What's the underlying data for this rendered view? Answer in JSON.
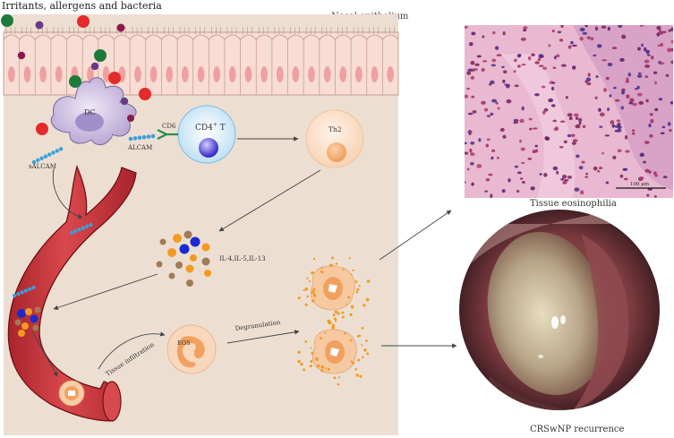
{
  "title": "Irritants, allergens and bacteria",
  "epithelium_label": "Nasal epithelium",
  "cells": {
    "dc": "DC",
    "cd4": "CD4",
    "cd4_sup": "+",
    "cd4_suffix": " T",
    "th2": "Th2",
    "eos": "EOS"
  },
  "molecules": {
    "cd6": "CD6",
    "alcam": "ALCAM",
    "salcam": "sALCAM",
    "interleukins": "IL-4,IL-5,IL-13"
  },
  "processes": {
    "tissue_infiltration": "Tissue infiltration",
    "degranulation": "Degranulation"
  },
  "outcomes": {
    "tissue_eosinophilia": "Tissue eosinophilia",
    "recurrence": "CRSwNP recurrence"
  },
  "micrograph": {
    "scale_bar": "100 μm"
  },
  "colors": {
    "panel_bg": "#ecdfd2",
    "epithelium": "#f6dcd3",
    "nucleus": "#f0a0a0",
    "vessel": "#c83a3f",
    "dc": "#b8a4d0",
    "tcell": "#cfe7f7",
    "th2": "#fbe1cc",
    "eosinophil": "#f2a060",
    "allergen_red": "#e42a2a",
    "allergen_green": "#1e7a3a",
    "allergen_purple": "#6a3a8a",
    "allergen_maroon": "#8a1a4a",
    "alcam_blue": "#3aa0dd",
    "cytokine_orange": "#f39a22",
    "cytokine_blue": "#1a2ad0",
    "cytokine_brown": "#a27a55"
  }
}
